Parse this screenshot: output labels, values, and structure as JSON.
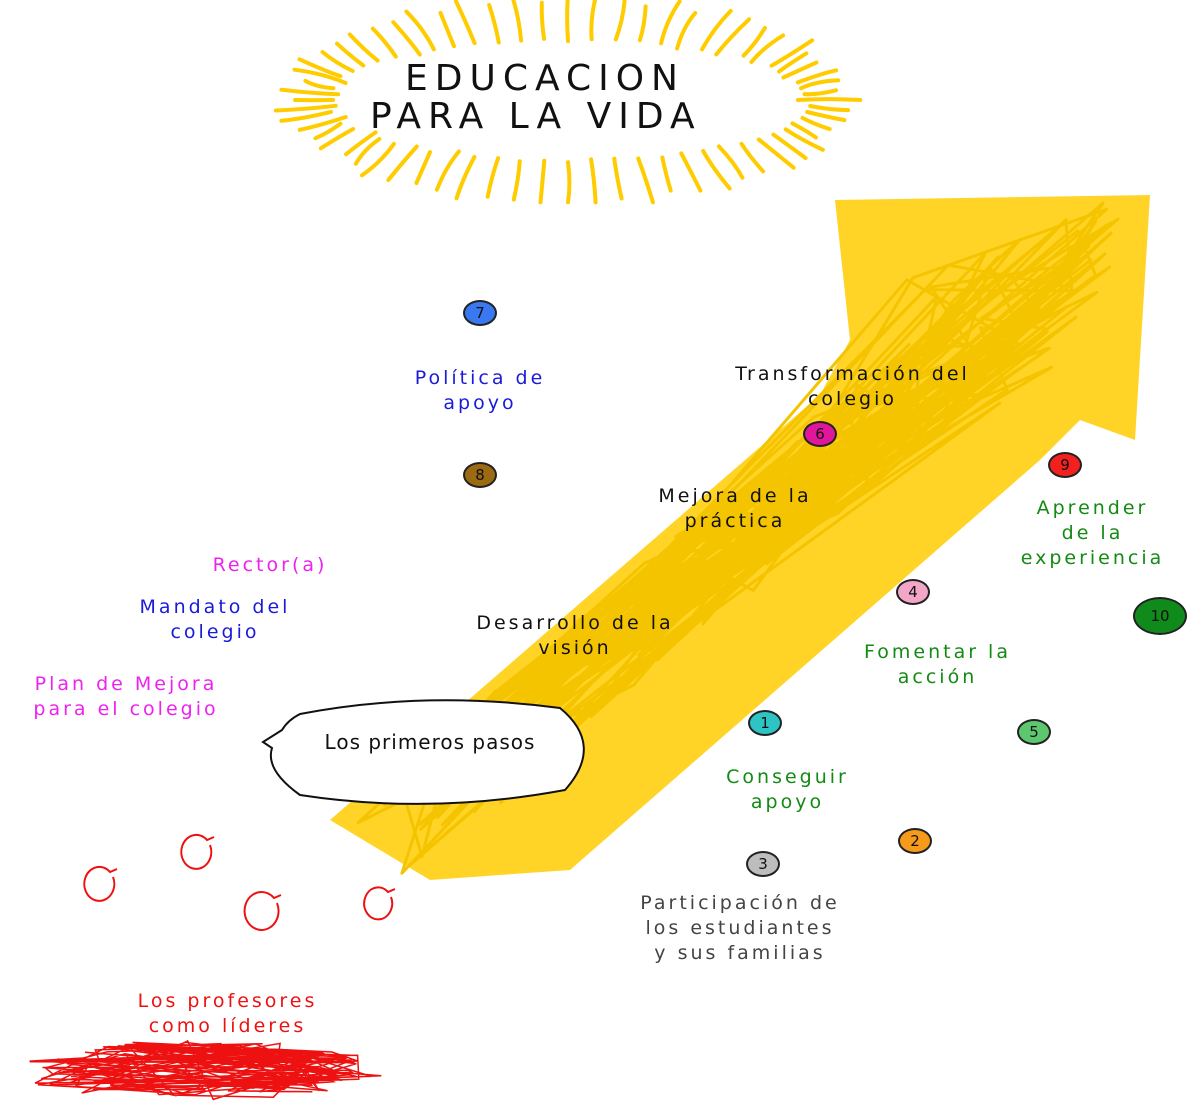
{
  "title": {
    "line1": "EDUCACION",
    "line2": "PARA LA VIDA"
  },
  "bubble": {
    "text": "Los primeros\npasos"
  },
  "labels": {
    "politica": "Política de\napoyo",
    "transformacion": "Transformación del\ncolegio",
    "mejora_practica": "Mejora de la\npráctica",
    "rector": "Rector(a)",
    "mandato": "Mandato del\ncolegio",
    "plan": "Plan de Mejora\npara el colegio",
    "vision": "Desarrollo de la\nvisión",
    "aprender": "Aprender\nde la\nexperiencia",
    "fomentar": "Fomentar la\nacción",
    "conseguir": "Conseguir\napoyo",
    "participacion": "Participación de\nlos estudiantes\ny sus familias",
    "profesores": "Los profesores\ncomo líderes"
  },
  "badges": [
    {
      "number": "1",
      "color": "#2ec4c4"
    },
    {
      "number": "2",
      "color": "#f59a1b"
    },
    {
      "number": "3",
      "color": "#bdbdbd"
    },
    {
      "number": "4",
      "color": "#f4a6c9"
    },
    {
      "number": "5",
      "color": "#5cc76e"
    },
    {
      "number": "6",
      "color": "#e0169b"
    },
    {
      "number": "7",
      "color": "#3a78f2"
    },
    {
      "number": "8",
      "color": "#9c6a12"
    },
    {
      "number": "9",
      "color": "#f2201f"
    },
    {
      "number": "10",
      "color": "#118a1c"
    }
  ],
  "colors": {
    "arrow": "#ffcc00",
    "sun": "#ffcc00",
    "scribble_red": "#ee1111",
    "blue_text": "#1a1ad9",
    "magenta_text": "#ee22ee",
    "green_text": "#138a13",
    "red_text": "#ee1111",
    "gray_text": "#444444"
  }
}
